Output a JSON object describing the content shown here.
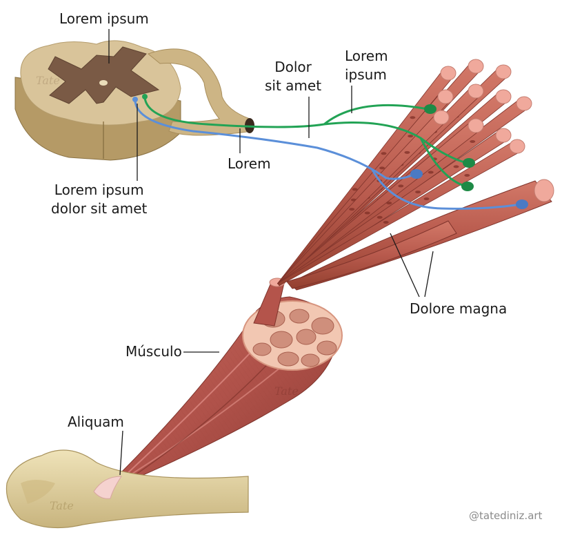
{
  "labels": {
    "gray_matter": "Lorem ipsum",
    "motor_neurons": "Lorem ipsum\ndolor sit amet",
    "nerve": "Lorem",
    "axon": "Dolor\nsit amet",
    "motor_unit": "Lorem\nipsum",
    "muscle_fibers": "Dolore magna",
    "muscle": "Músculo",
    "tendon": "Aliquam"
  },
  "credit": "@tatediniz.art",
  "colors": {
    "spinal_tan": "#d9c49a",
    "spinal_side": "#b59a66",
    "gray_matter": "#7a5a45",
    "muscle_red": "#b8574d",
    "muscle_dark": "#8e3b33",
    "muscle_end": "#f0a99c",
    "green_neuron": "#22a355",
    "blue_neuron": "#5b8fd9",
    "bone": "#e2d4a6",
    "tendon": "#f5d2cf"
  }
}
